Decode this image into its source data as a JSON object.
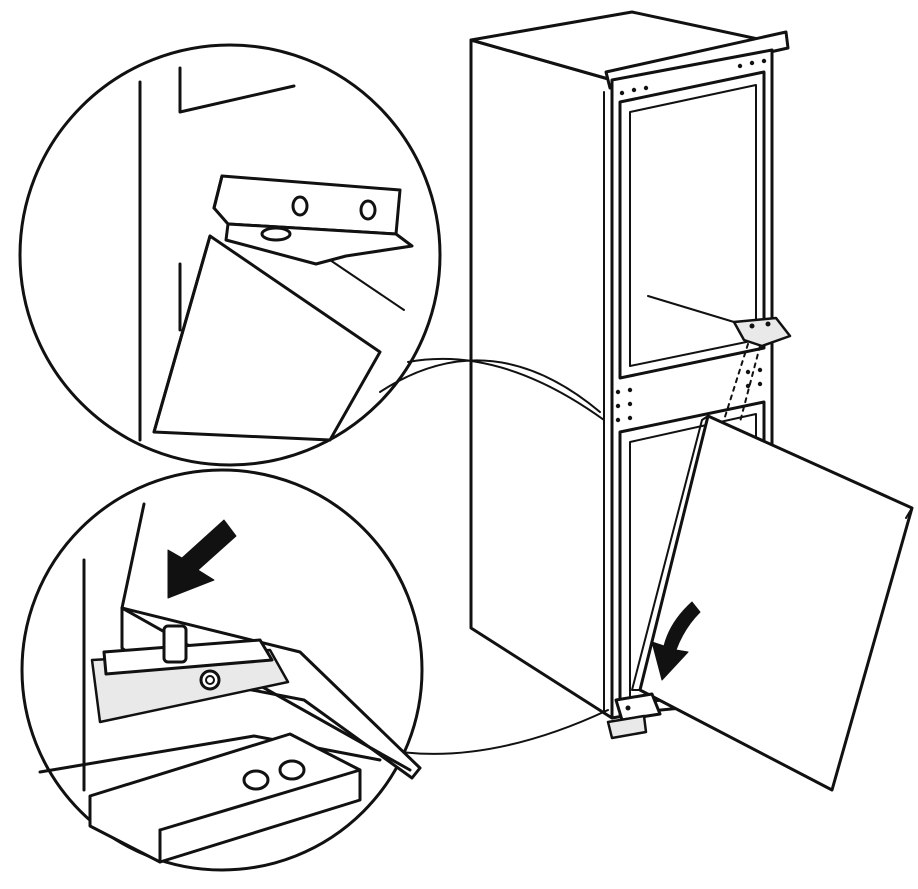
{
  "figure": {
    "parts": [
      {
        "name": "appliance-cabinet",
        "icon": "fridge-freezer-icon"
      },
      {
        "name": "upper-door-recess",
        "icon": "door-frame-icon"
      },
      {
        "name": "lower-door",
        "icon": "door-panel-icon"
      },
      {
        "name": "top-hinge-bracket",
        "icon": "hinge-bracket-icon"
      },
      {
        "name": "bottom-hinge",
        "icon": "hinge-pin-icon"
      },
      {
        "name": "rotation-arrow",
        "icon": "curved-arrow-icon"
      }
    ],
    "colors": {
      "line": "#111111",
      "fill": "#ffffff",
      "shade": "#e9e9e9"
    }
  }
}
